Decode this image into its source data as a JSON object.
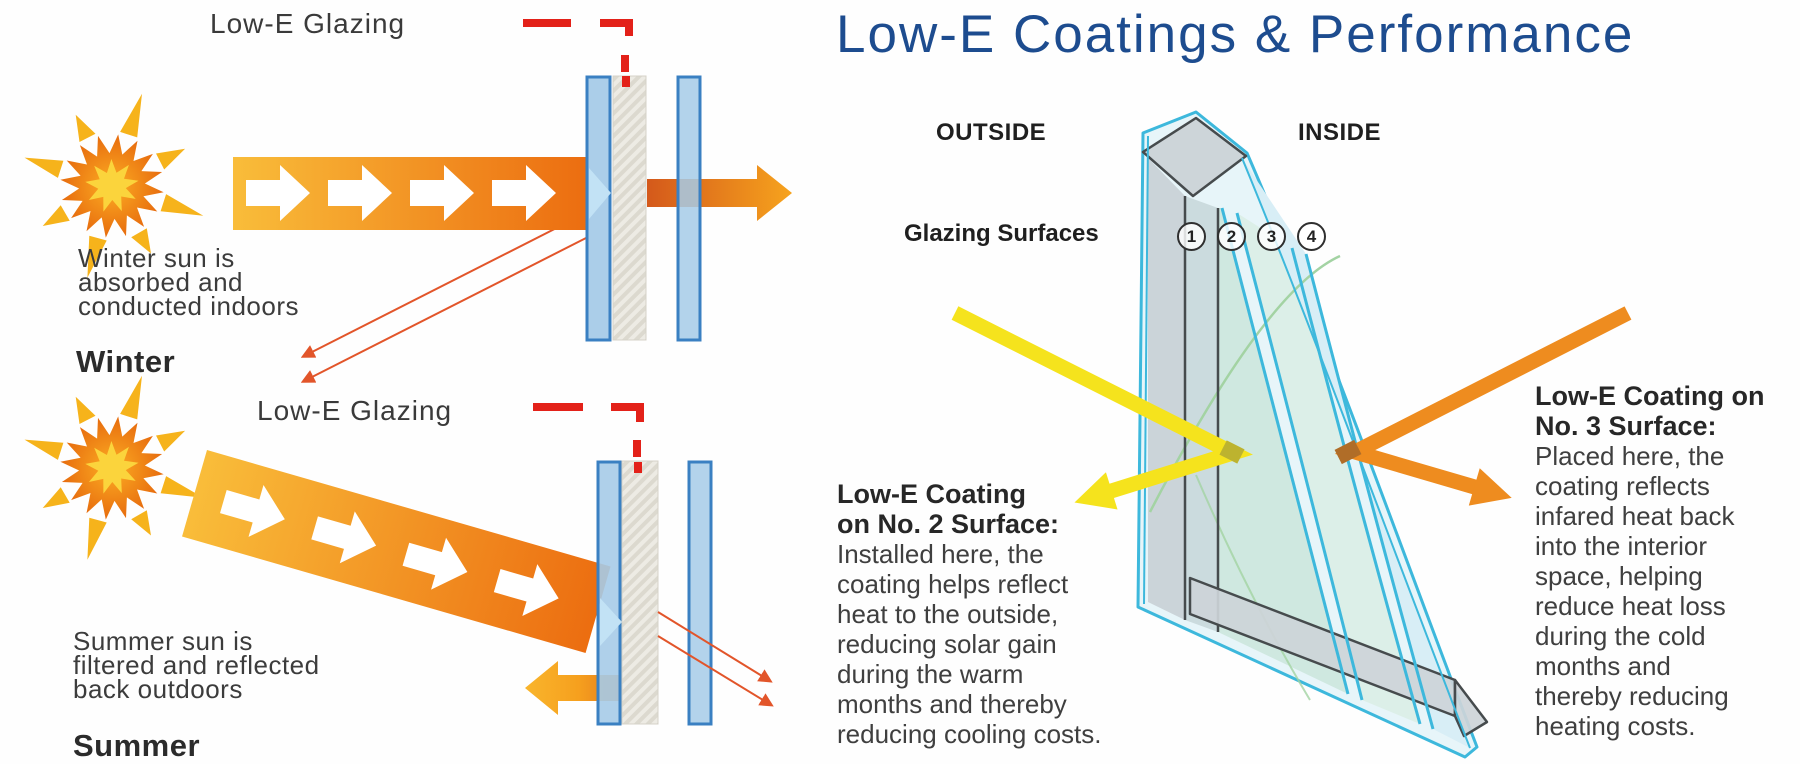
{
  "left_panel": {
    "winter": {
      "glazing_label": "Low-E Glazing",
      "caption_lines": [
        "Winter sun is",
        "absorbed and",
        "conducted indoors"
      ],
      "season_label": "Winter"
    },
    "summer": {
      "glazing_label": "Low-E Glazing",
      "caption_lines": [
        "Summer sun is",
        "filtered and reflected",
        "back outdoors"
      ],
      "season_label": "Summer"
    }
  },
  "right_panel": {
    "title": "Low-E Coatings & Performance",
    "outside_label": "OUTSIDE",
    "inside_label": "INSIDE",
    "glazing_surfaces_label": "Glazing Surfaces",
    "surface_numbers": [
      "1",
      "2",
      "3",
      "4"
    ],
    "coating_no2": {
      "heading_lines": [
        "Low-E Coating",
        "on No. 2 Surface:"
      ],
      "body_lines": [
        "Installed here, the",
        "coating helps reflect",
        "heat to the outside,",
        "reducing solar gain",
        "during the warm",
        "months and thereby",
        "reducing cooling costs."
      ]
    },
    "coating_no3": {
      "heading_lines": [
        "Low-E Coating on",
        "No. 3 Surface:"
      ],
      "body_lines": [
        "Placed here, the",
        "coating reflects",
        "infared heat back",
        "into the interior",
        "space, helping",
        "reduce heat loss",
        "during the cold",
        "months and",
        "thereby reducing",
        "heating costs."
      ]
    }
  },
  "colors": {
    "title_navy": "#1d4c8f",
    "dash_red": "#e32119",
    "beam_orange_light": "#f9bd3a",
    "beam_orange_deep": "#ec6d10",
    "pane_blue_fill": "#a6cbe8",
    "pane_blue_stroke": "#3a80c2",
    "sun_yellow": "#f6b31b",
    "heat_yellow_arrow": "#f5e31d",
    "heat_orange_arrow": "#ee8c1f",
    "glass_cyan": "#3db8dc",
    "text_dark": "#2d2d2d"
  }
}
